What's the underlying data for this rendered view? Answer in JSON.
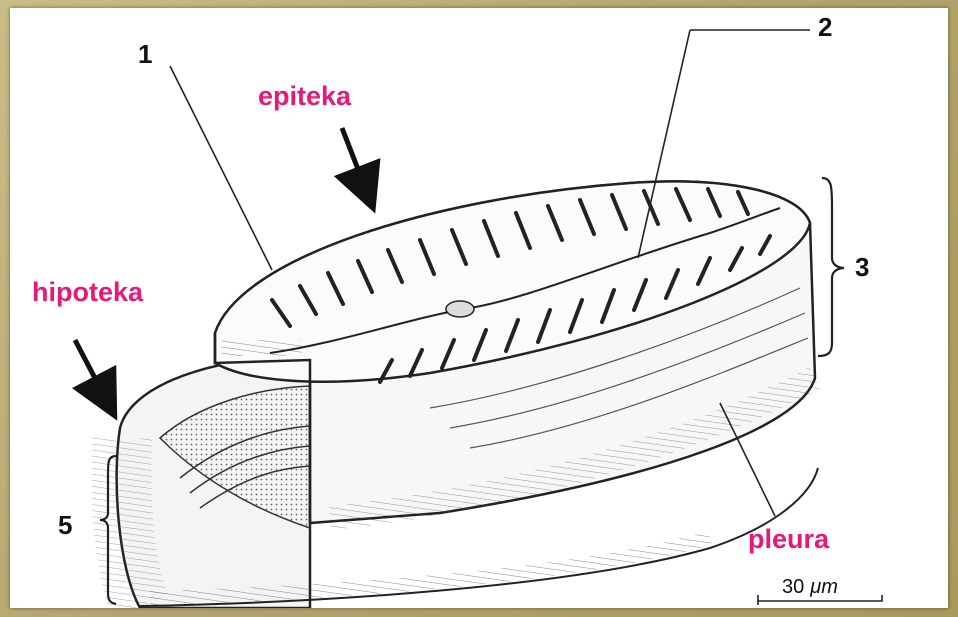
{
  "labels": {
    "n1": "1",
    "n2": "2",
    "n3": "3",
    "n5": "5",
    "epiteka": "epiteka",
    "hipoteka": "hipoteka",
    "pleura": "pleura"
  },
  "scale_bar": {
    "value": "30",
    "unit": "μm"
  },
  "colors": {
    "term": "#e6197a",
    "ink": "#111111",
    "frame": "#b8ab76"
  }
}
